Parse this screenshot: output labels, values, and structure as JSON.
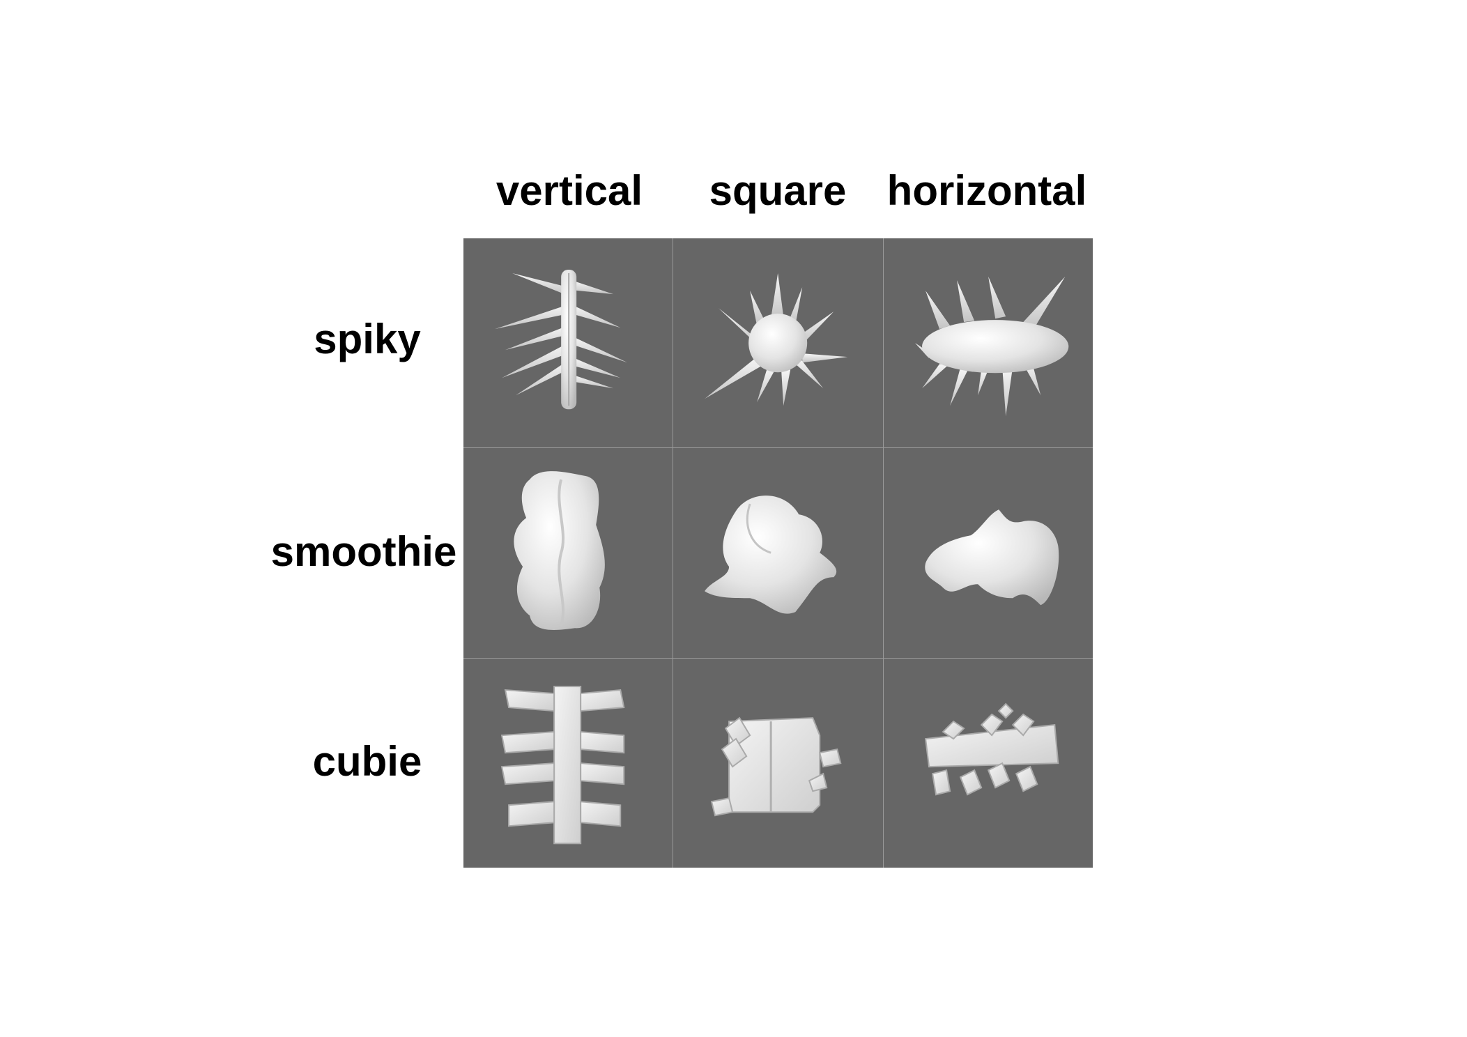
{
  "columns": [
    {
      "label": "vertical"
    },
    {
      "label": "square"
    },
    {
      "label": "horizontal"
    }
  ],
  "rows": [
    {
      "label": "spiky"
    },
    {
      "label": "smoothie"
    },
    {
      "label": "cubie"
    }
  ],
  "colors": {
    "cell_background": "#666666",
    "shape_fill": "#e6e6e6",
    "grid_line": "#9a9a9a"
  },
  "cells": [
    {
      "row": "spiky",
      "column": "vertical",
      "icon": "spiky-vertical-shape-icon"
    },
    {
      "row": "spiky",
      "column": "square",
      "icon": "spiky-square-shape-icon"
    },
    {
      "row": "spiky",
      "column": "horizontal",
      "icon": "spiky-horizontal-shape-icon"
    },
    {
      "row": "smoothie",
      "column": "vertical",
      "icon": "smoothie-vertical-shape-icon"
    },
    {
      "row": "smoothie",
      "column": "square",
      "icon": "smoothie-square-shape-icon"
    },
    {
      "row": "smoothie",
      "column": "horizontal",
      "icon": "smoothie-horizontal-shape-icon"
    },
    {
      "row": "cubie",
      "column": "vertical",
      "icon": "cubie-vertical-shape-icon"
    },
    {
      "row": "cubie",
      "column": "square",
      "icon": "cubie-square-shape-icon"
    },
    {
      "row": "cubie",
      "column": "horizontal",
      "icon": "cubie-horizontal-shape-icon"
    }
  ]
}
